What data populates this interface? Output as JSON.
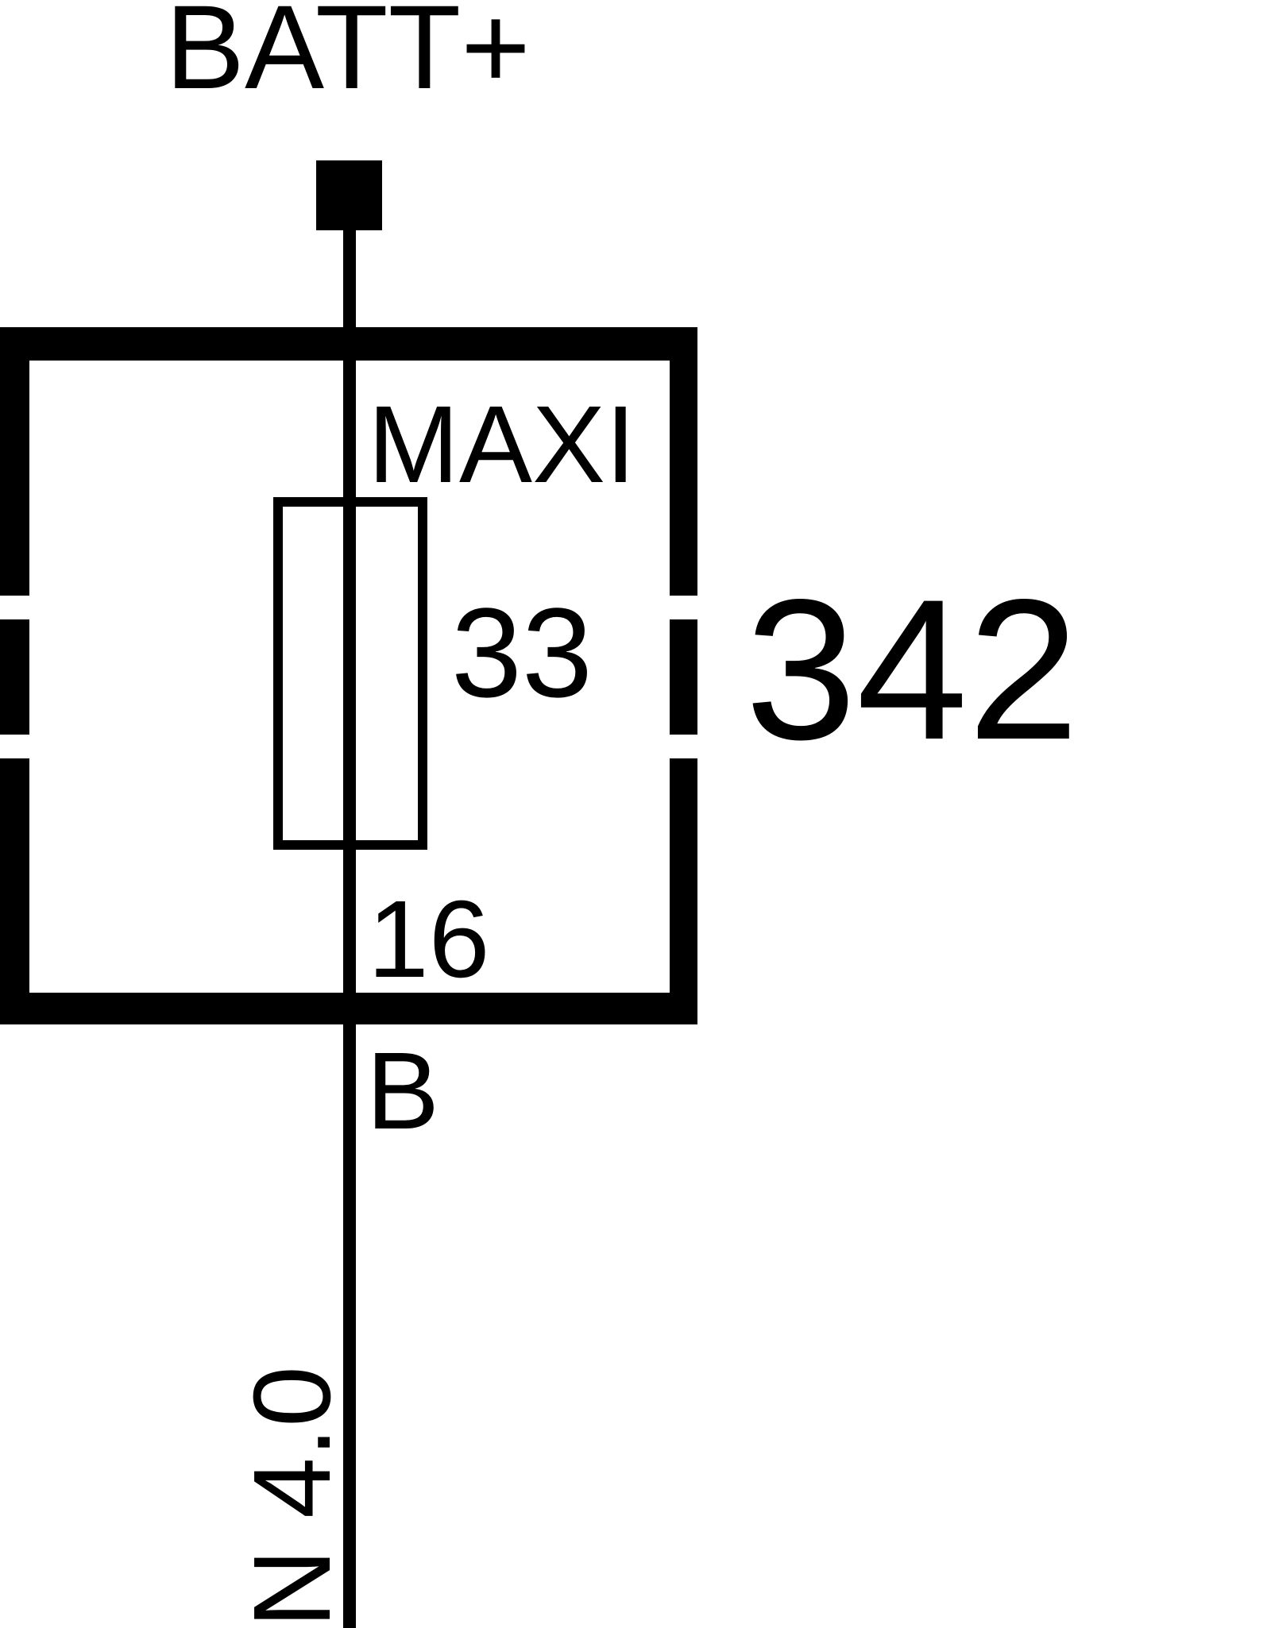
{
  "labels": {
    "supply": "BATT+",
    "fuse_type": "MAXI",
    "fuse_number": "33",
    "component_id": "342",
    "pin_number": "16",
    "connector": "B",
    "wire_spec": "N 4.0"
  },
  "colors": {
    "ink": "#000000",
    "background": "#ffffff"
  }
}
